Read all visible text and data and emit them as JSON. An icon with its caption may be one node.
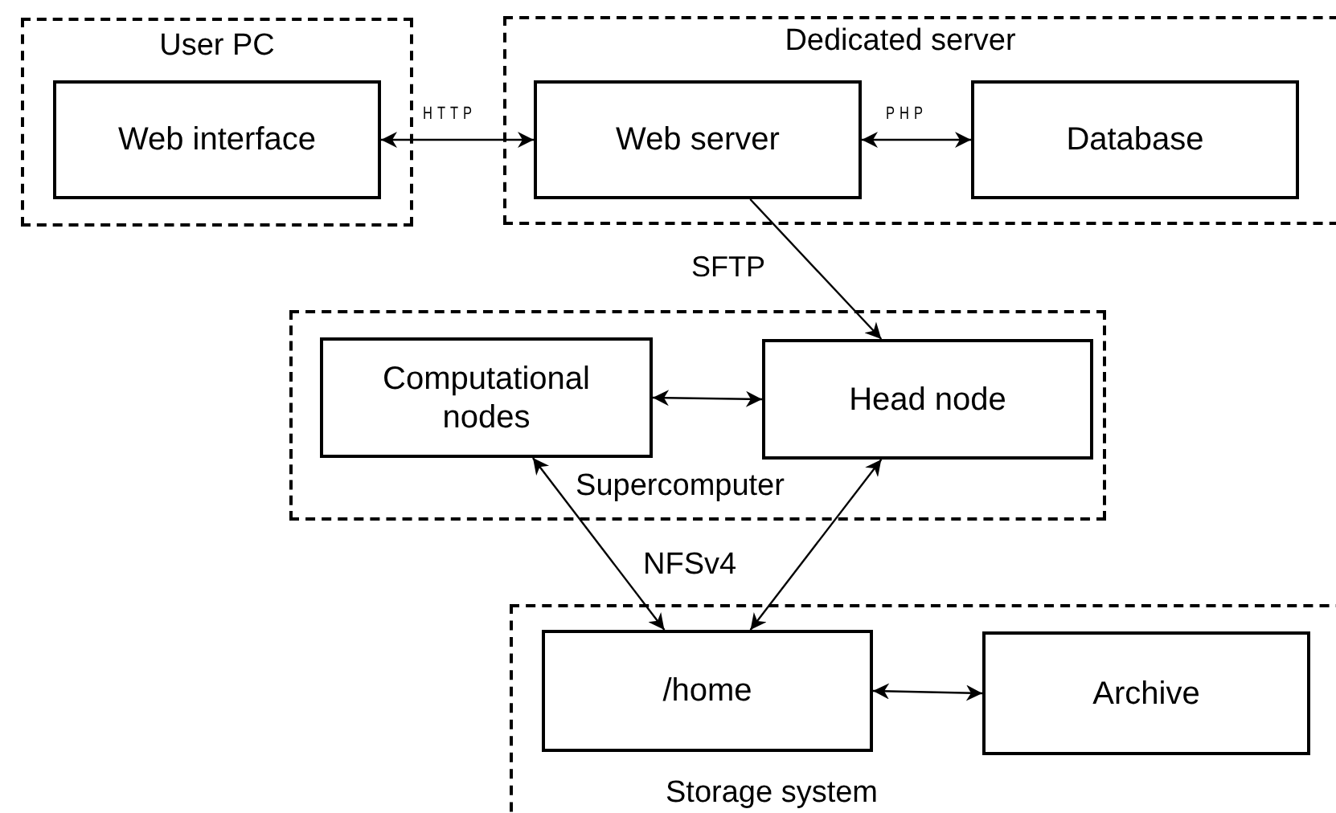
{
  "diagram": {
    "nodes": [
      {
        "text": [
          "User PC"
        ]
      },
      {
        "text": [
          "Web interface"
        ],
        "in": 0
      },
      {
        "text": [
          "Dedicated server"
        ]
      },
      {
        "text": [
          "Web server"
        ],
        "in": 2
      },
      {
        "text": [
          "Database"
        ],
        "in": 2
      },
      {
        "text": [
          "Supercomputer"
        ]
      },
      {
        "text": [
          "Computational nodes"
        ],
        "in": 5
      },
      {
        "text": [
          "Head node"
        ],
        "in": 5
      },
      {
        "text": [
          "Storage system"
        ]
      },
      {
        "text": [
          "/home"
        ],
        "in": 8
      },
      {
        "text": [
          "Archive"
        ],
        "in": 8
      }
    ],
    "edges": [
      {
        "from": 1,
        "to": 3,
        "arrow": "both",
        "label": "HTTP"
      },
      {
        "from": 3,
        "to": 4,
        "arrow": "both",
        "label": "PHP"
      },
      {
        "from": 3,
        "to": 7,
        "arrow": "to",
        "label": "SFTP"
      },
      {
        "from": 6,
        "to": 7,
        "arrow": "both"
      },
      {
        "from": 6,
        "to": 9,
        "arrow": "both"
      },
      {
        "from": 7,
        "to": 9,
        "arrow": "both"
      },
      {
        "from": 9,
        "to": 10,
        "arrow": "both"
      }
    ],
    "labels": [
      "NFSv4"
    ]
  }
}
